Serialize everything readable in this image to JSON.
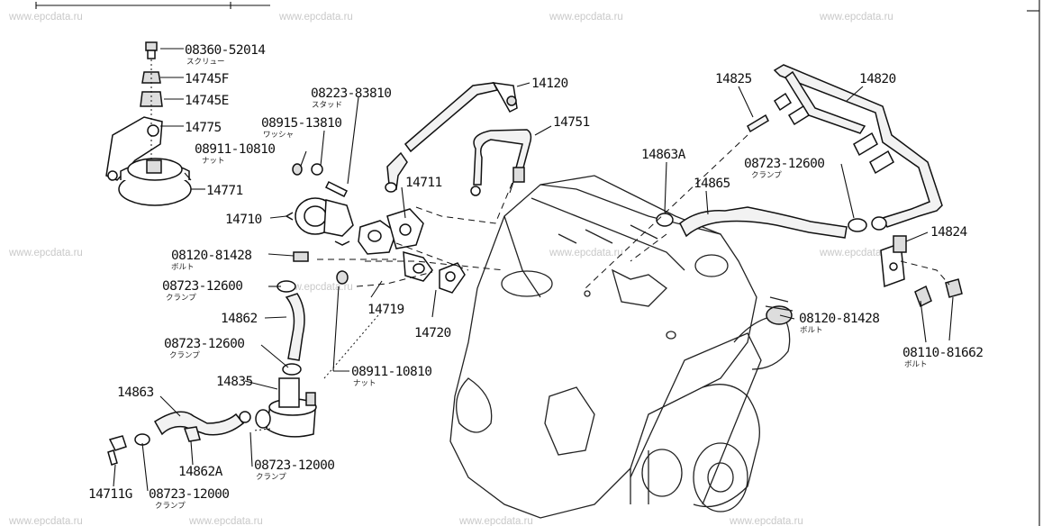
{
  "watermark": "www.epcdata.ru",
  "labels": {
    "p08360": "08360-52014",
    "p08360_sub": "スクリュー",
    "p14745F": "14745F",
    "p14745E": "14745E",
    "p14775": "14775",
    "p08915": "08915-13810",
    "p08915_sub": "ワッシャ",
    "p08911a": "08911-10810",
    "p08911a_sub": "ナット",
    "p14771": "14771",
    "p14710": "14710",
    "p08223": "08223-83810",
    "p08223_sub": "スタッド",
    "p14711": "14711",
    "p14120": "14120",
    "p14751": "14751",
    "p08120a": "08120-81428",
    "p08120a_sub": "ボルト",
    "p08723a": "08723-12600",
    "p08723a_sub": "クランプ",
    "p14719": "14719",
    "p14720": "14720",
    "p14862": "14862",
    "p08723b": "08723-12600",
    "p08723b_sub": "クランプ",
    "p08911b": "08911-10810",
    "p08911b_sub": "ナット",
    "p14835": "14835",
    "p14863": "14863",
    "p14862A": "14862A",
    "p08723c": "08723-12000",
    "p08723c_sub": "クランプ",
    "p14711G": "14711G",
    "p08723d": "08723-12000",
    "p08723d_sub": "クランプ",
    "p14825": "14825",
    "p14820": "14820",
    "p14863A": "14863A",
    "p14865": "14865",
    "p08723e": "08723-12600",
    "p08723e_sub": "クランプ",
    "p14824": "14824",
    "p08120b": "08120-81428",
    "p08120b_sub": "ボルト",
    "p08110": "08110-81662",
    "p08110_sub": "ボルト"
  }
}
